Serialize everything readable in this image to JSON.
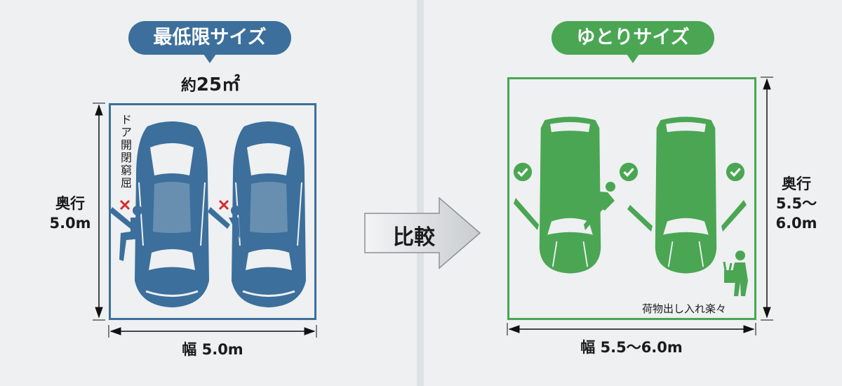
{
  "left": {
    "badge": "最低限サイズ",
    "area_prefix": "約",
    "area_value": "25㎡",
    "depth_label": "奥行",
    "depth_value": "5.0m",
    "width_label": "幅 5.0m",
    "warning": "ドア開閉窮屈",
    "color": "#3c6f9b"
  },
  "middle": {
    "compare_label": "比較"
  },
  "right": {
    "badge": "ゆとりサイズ",
    "depth_label": "奥行",
    "depth_value_1": "5.5〜",
    "depth_value_2": "6.0m",
    "width_label": "幅 5.5〜6.0m",
    "note": "荷物出し入れ楽々",
    "color": "#4aa653"
  }
}
